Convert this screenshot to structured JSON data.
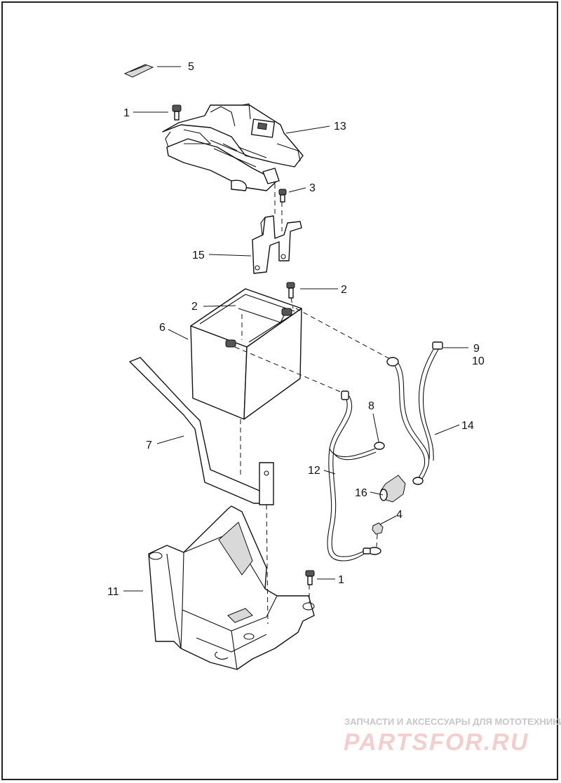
{
  "callouts": [
    {
      "id": "c5",
      "text": "5"
    },
    {
      "id": "c1a",
      "text": "1"
    },
    {
      "id": "c13",
      "text": "13"
    },
    {
      "id": "c3",
      "text": "3"
    },
    {
      "id": "c15",
      "text": "15"
    },
    {
      "id": "c2a",
      "text": "2"
    },
    {
      "id": "c2b",
      "text": "2"
    },
    {
      "id": "c6",
      "text": "6"
    },
    {
      "id": "c9",
      "text": "9"
    },
    {
      "id": "c10",
      "text": "10"
    },
    {
      "id": "c8",
      "text": "8"
    },
    {
      "id": "c14",
      "text": "14"
    },
    {
      "id": "c7",
      "text": "7"
    },
    {
      "id": "c12",
      "text": "12"
    },
    {
      "id": "c16",
      "text": "16"
    },
    {
      "id": "c4",
      "text": "4"
    },
    {
      "id": "c11",
      "text": "11"
    },
    {
      "id": "c1b",
      "text": "1"
    }
  ],
  "watermark": {
    "tagline": "ЗАПЧАСТИ И АКСЕССУАРЫ ДЛЯ МОТОТЕХНИКИ",
    "brand": "PARTSFOR.RU",
    "brand_color": "#d9534f"
  }
}
